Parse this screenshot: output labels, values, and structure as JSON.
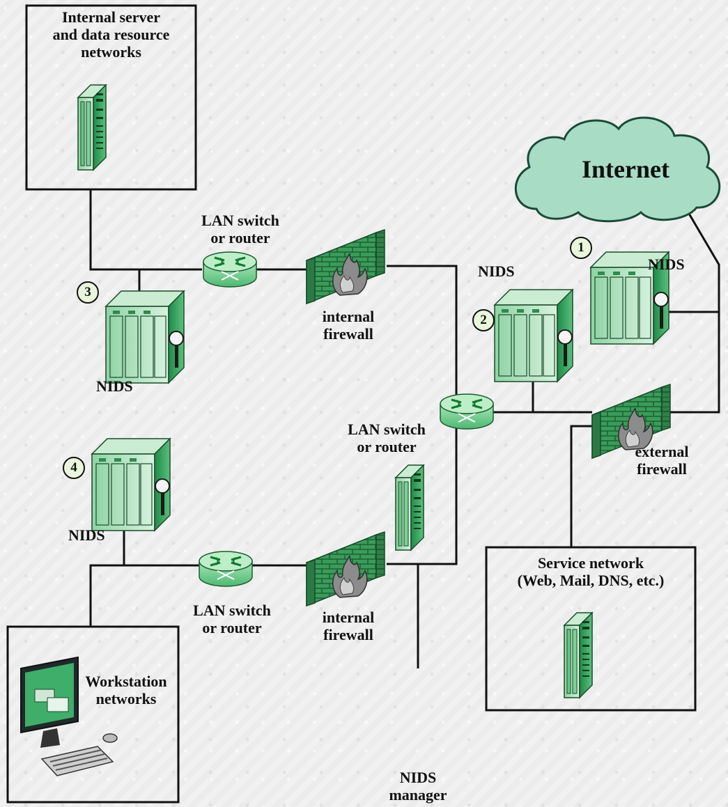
{
  "internet": {
    "label": "Internet"
  },
  "networks": {
    "internal_server": "Internal server\nand data resource\nnetworks",
    "service": "Service network\n(Web, Mail, DNS, etc.)",
    "workstation": "Workstation\nnetworks"
  },
  "devices": {
    "lan_switch_top": "LAN switch\nor router",
    "lan_switch_mid": "LAN switch\nor router",
    "lan_switch_bottom": "LAN switch\nor router",
    "internal_firewall_top": "internal\nfirewall",
    "internal_firewall_bottom": "internal\nfirewall",
    "external_firewall": "external\nfirewall",
    "nids_manager": "NIDS\nmanager"
  },
  "nids": [
    {
      "number": "1",
      "label": "NIDS"
    },
    {
      "number": "2",
      "label": "NIDS"
    },
    {
      "number": "3",
      "label": "NIDS"
    },
    {
      "number": "4",
      "label": "NIDS"
    }
  ],
  "colors": {
    "device_green": "#3fae6a",
    "device_light": "#b9e6c4",
    "cloud": "#a8dcc4",
    "line": "#111111"
  }
}
